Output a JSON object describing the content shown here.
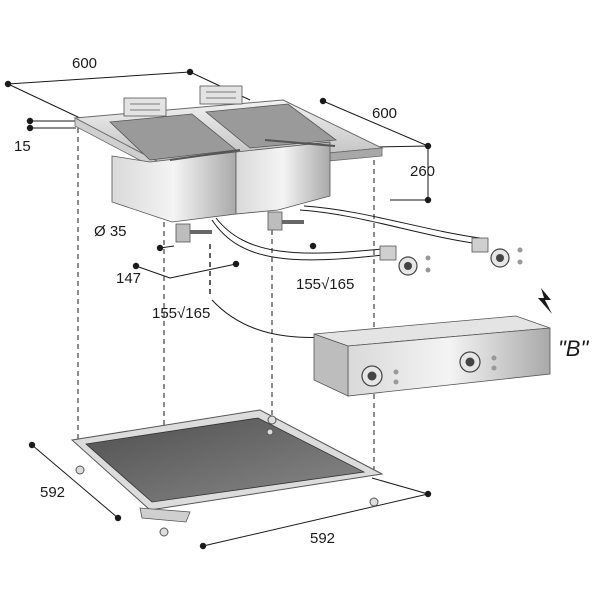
{
  "dimensions": {
    "top_width": "600",
    "top_depth": "600",
    "rim_height": "15",
    "body_height": "260",
    "drain_diameter": "Ø 35",
    "drain_offset": "147",
    "cable_length_right": "155√165",
    "cable_length_left": "155√165",
    "base_width": "592",
    "base_depth": "592"
  },
  "labels": {
    "detail_b": "\"B\""
  },
  "colors": {
    "steel_light": "#e9e9e9",
    "steel_mid": "#c8c8c8",
    "steel_dark": "#8e8e8e",
    "base_fill": "#6f6f6f",
    "line": "#1a1a1a"
  }
}
